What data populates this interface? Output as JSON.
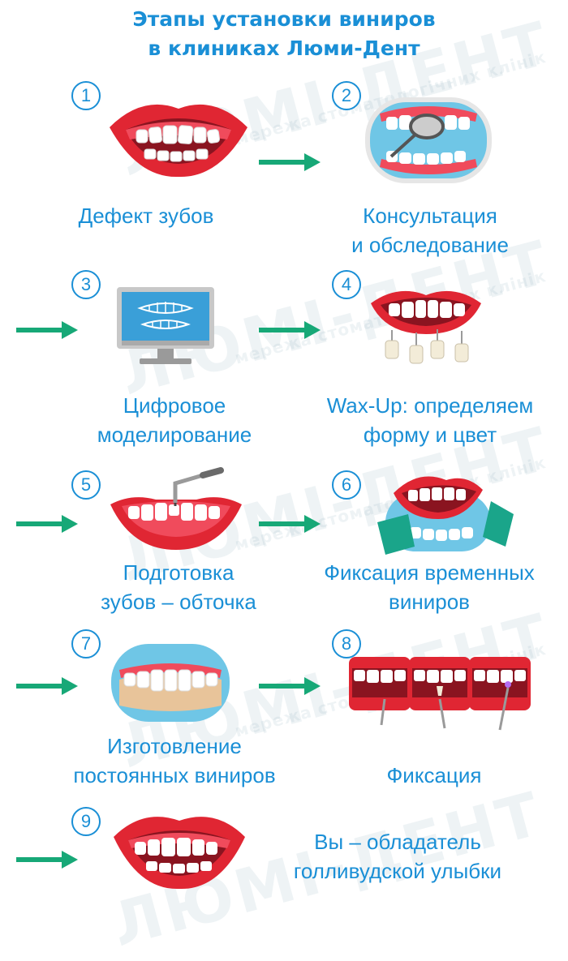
{
  "title": {
    "line1": "Этапы установки виниров",
    "line2": "в клиниках Люми-Дент"
  },
  "watermark": {
    "brand": "ЛЮМІ-ДЕНТ",
    "tagline": "мережа стоматологічних клінік"
  },
  "colors": {
    "accent": "#1a8fd6",
    "arrow": "#17a877",
    "lips": "#e02633",
    "gums": "#f04b5c",
    "teeth": "#ffffff"
  },
  "steps": [
    {
      "number": "1",
      "lines": [
        "Дефект зубов"
      ],
      "icon": "defect-teeth-icon"
    },
    {
      "number": "2",
      "lines": [
        "Консультация",
        "и обследование"
      ],
      "icon": "dental-mirror-icon"
    },
    {
      "number": "3",
      "lines": [
        "Цифровое",
        "моделирование"
      ],
      "icon": "monitor-icon"
    },
    {
      "number": "4",
      "lines": [
        "Wax-Up: определяем",
        "форму и цвет"
      ],
      "icon": "veneer-samples-icon"
    },
    {
      "number": "5",
      "lines": [
        "Подготовка",
        "зубов – обточка"
      ],
      "icon": "drill-icon"
    },
    {
      "number": "6",
      "lines": [
        "Фиксация временных",
        "виниров"
      ],
      "icon": "temporary-veneers-icon"
    },
    {
      "number": "7",
      "lines": [
        "Изготовление",
        "постоянных виниров"
      ],
      "icon": "veneers-model-icon"
    },
    {
      "number": "8",
      "lines": [
        "Фиксация"
      ],
      "icon": "fixation-icon"
    },
    {
      "number": "9",
      "lines": [
        "Вы – обладатель",
        "голливудской улыбки"
      ],
      "icon": "hollywood-smile-icon"
    }
  ]
}
